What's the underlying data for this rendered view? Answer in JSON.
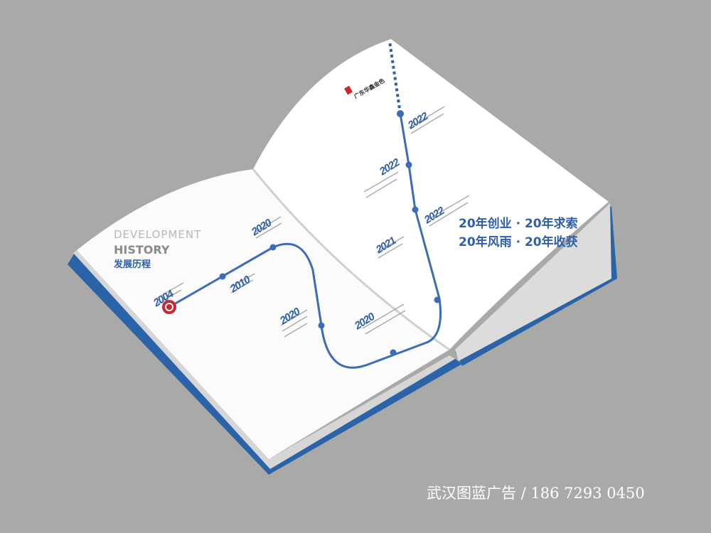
{
  "left_page": {
    "heading_en_1": "DEVELOPMENT",
    "heading_en_2": "HISTORY",
    "heading_cn": "发展历程",
    "milestones": [
      {
        "year": "2004"
      },
      {
        "year": "2010"
      },
      {
        "year": "2020"
      },
      {
        "year": "2020"
      },
      {
        "year": "2020"
      }
    ]
  },
  "right_page": {
    "brand": "广东华鑫金色",
    "milestones": [
      {
        "year": "2021"
      },
      {
        "year": "2022"
      },
      {
        "year": "2022"
      },
      {
        "year": "2022"
      }
    ],
    "slogan_line_1": "20年创业 · 20年求索",
    "slogan_line_2": "20年风雨 · 20年收获"
  },
  "watermark": "武汉图蓝广告 / 186 7293 0450",
  "colors": {
    "accent": "#2f5fa8",
    "cover": "#2a63a8",
    "logo_red": "#c8282e",
    "background": "#a9a9a7"
  }
}
